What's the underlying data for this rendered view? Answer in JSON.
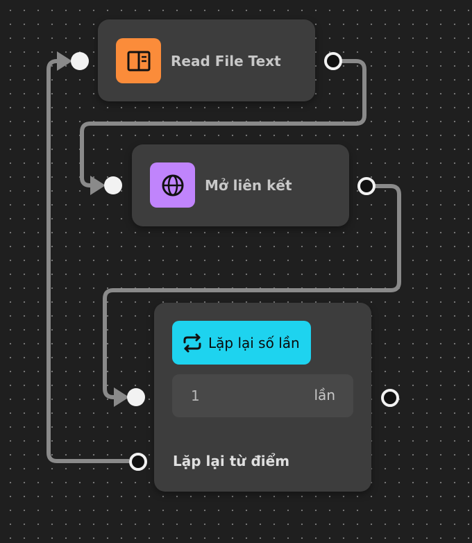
{
  "nodes": {
    "read_file": {
      "title": "Read File Text",
      "icon": "book-panel-icon",
      "color": "#fb8c3a"
    },
    "open_link": {
      "title": "Mở liên kết",
      "icon": "globe-icon",
      "color": "#c084fc"
    },
    "loop": {
      "title": "Lặp lại số lần",
      "icon": "repeat-icon",
      "color": "#1ed3ef",
      "count_value": "1",
      "count_unit": "lần",
      "repeat_from_label": "Lặp lại từ điểm"
    }
  },
  "colors": {
    "canvas_background": "#1f1f1f",
    "node_background": "#3d3d3d",
    "wire": "#8a8a8a"
  }
}
